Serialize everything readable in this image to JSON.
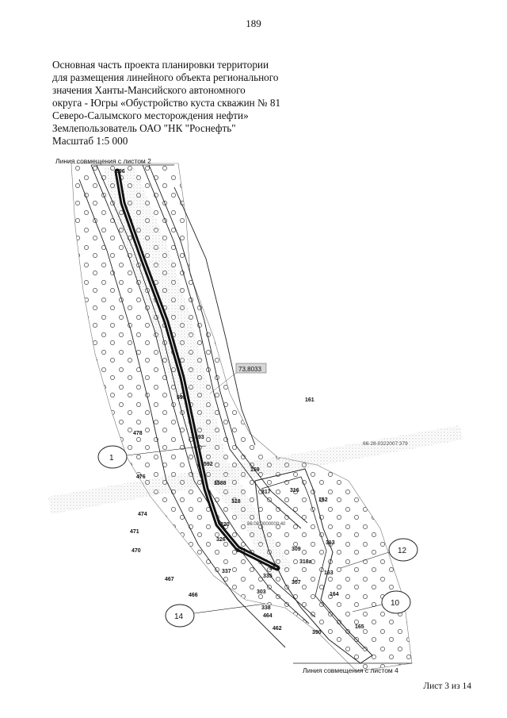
{
  "page_number": "189",
  "title_lines": [
    "Основная часть проекта планировки территории",
    "для размещения линейного объекта регионального",
    "значения Ханты-Мансийского автономного",
    "округа - Югры «Обустройство куста скважин № 81",
    "Северо-Салымского месторождения нефти»",
    "Землепользователь ОАО \"НК \"Роснефть\"",
    "Масштаб 1:5 000"
  ],
  "map": {
    "top_match_line": "Линия совмещения с листом 2",
    "bottom_match_line": "Линия совмещения с листом 4",
    "elevation_label": "73,8033",
    "coord_labels": [
      "66-28-0322007:379",
      "86:08:0000000:40"
    ],
    "point_numbers": [
      "596",
      "595",
      "593",
      "592",
      "476",
      "478",
      "474",
      "471",
      "470",
      "467",
      "466",
      "464",
      "462",
      "159",
      "161",
      "162",
      "316",
      "317",
      "318",
      "3588",
      "320",
      "325",
      "326",
      "331",
      "335",
      "337",
      "338",
      "303",
      "307",
      "309",
      "390",
      "313",
      "318a",
      "163",
      "164",
      "165"
    ],
    "callouts": [
      "1",
      "12",
      "10",
      "14"
    ]
  },
  "footer": {
    "sheet": "Лист 3 из 14"
  }
}
